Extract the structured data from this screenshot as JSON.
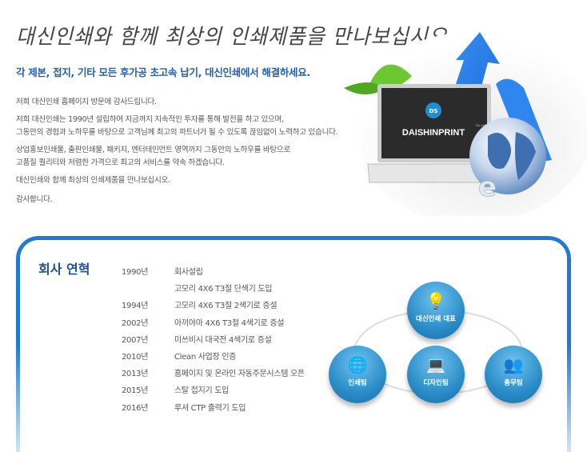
{
  "header": {
    "title": "대신인쇄와 함께 최상의 인쇄제품을 만나보십시오.",
    "subtitle": "각 제본, 접지, 기타 모든 후가공 초고속 납기, 대신인쇄에서 해결하세요."
  },
  "intro": {
    "p1": "저희 대신인쇄 홈페이지 방문에 감사드립니다.",
    "p2a": "저희 대신인쇄는 1990년 설립하여 지금까지 지속적인 투자를 통해 발전을 하고 있으며,",
    "p2b": "그동안의 경험과 노하우를 바탕으로 고객님께 최고의 파트너가 될 수 있도록 끊임없이 노력하고 있습니다.",
    "p3a": "상업홍보인쇄물, 출판인쇄물, 패키지, 엔터테인먼트 영역까지 그동안의 노하우를 바탕으로",
    "p3b": "고품질 퀄리티와 저렴한 가격으로 최고의 서비스를 약속 하겠습니다.",
    "p4": "대신인쇄와 함께 최상의 인쇄제품을 만나보십시오.",
    "p5": "감사합니다."
  },
  "hero": {
    "brand": "DAISHINPRINT",
    "brand_suffix": "Co.,Ltd.",
    "logo": "DS"
  },
  "history": {
    "title": "회사 연혁",
    "rows": [
      {
        "year": "1990년",
        "event": "회사설립"
      },
      {
        "year": "",
        "event": "고모리 4X6 T3절 단색기 도입"
      },
      {
        "year": "1994년",
        "event": "고모리 4X6 T3절 2색기로 증설"
      },
      {
        "year": "2002년",
        "event": "아끼야마 4X6 T3절 4색기로 증설"
      },
      {
        "year": "2007년",
        "event": "미쓰비시 대국전 4색기로 증설"
      },
      {
        "year": "2010년",
        "event": "Clean 사업장 인증"
      },
      {
        "year": "2013년",
        "event": "홈페이지 및 온라인 자동주문시스템 오픈"
      },
      {
        "year": "2015년",
        "event": "스탈 접지기 도입"
      },
      {
        "year": "2016년",
        "event": "루셔 CTP 출력기 도입"
      }
    ]
  },
  "org": {
    "ceo": "대신인쇄 대표",
    "print": "인쇄팀",
    "design": "디자인팀",
    "admin": "총무팀"
  }
}
